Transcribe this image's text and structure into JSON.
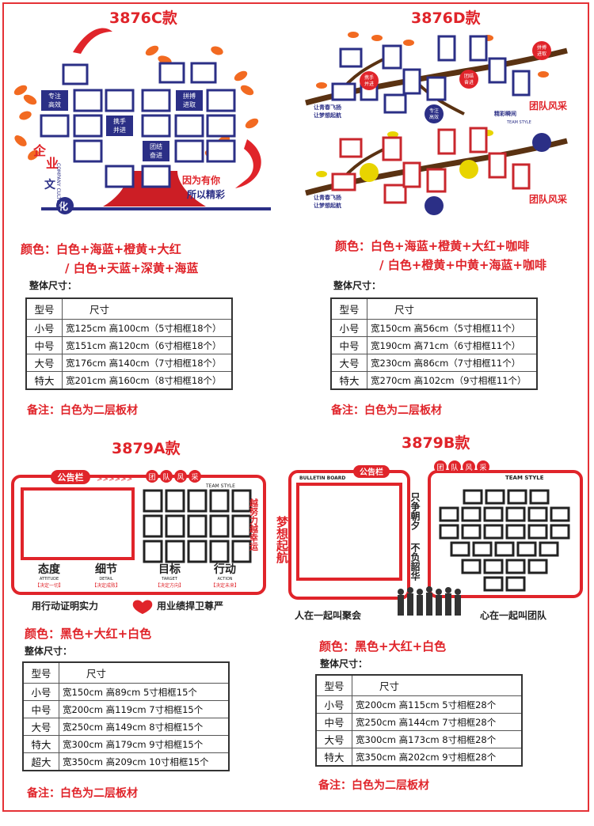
{
  "products": [
    {
      "id": "3876C",
      "title": "3876C款",
      "art": {
        "plaques": [
          "专注\n高效",
          "拼搏\n进取",
          "携手\n并进",
          "团结\n奋进"
        ],
        "side_text": [
          "企",
          "业",
          "文",
          "化"
        ],
        "side_en": "COMPANY CULTURE",
        "slogan": [
          "因为有你",
          "所以精彩"
        ]
      },
      "colors": [
        "颜色：白色+海蓝+橙黄+大红",
        "/ 白色+天蓝+深黄+海蓝"
      ],
      "size_label": "整体尺寸：",
      "table_header": [
        "型号",
        "尺寸"
      ],
      "rows": [
        [
          "小号",
          "宽125cm  高100cm（5寸相框18个）"
        ],
        [
          "中号",
          "宽151cm  高120cm（6寸相框18个）"
        ],
        [
          "大号",
          "宽176cm  高140cm（7寸相框18个）"
        ],
        [
          "特大",
          "宽201cm  高160cm（8寸相框18个）"
        ]
      ],
      "note": "备注：白色为二层板材"
    },
    {
      "id": "3876D",
      "title": "3876D款",
      "art": {
        "plaques": [
          "携手\n并进",
          "团结\n奋进",
          "专注\n高效",
          "拼搏\n进取"
        ],
        "slogan": "让青春飞扬 让梦想起航",
        "style_text": "精彩瞬间 团队风采",
        "style_en": "TEAM STYLE"
      },
      "colors": [
        "颜色：白色+海蓝+橙黄+大红+咖啡",
        "/ 白色+橙黄+中黄+海蓝+咖啡"
      ],
      "size_label": "整体尺寸：",
      "table_header": [
        "型号",
        "尺寸"
      ],
      "rows": [
        [
          "小号",
          "宽150cm  高56cm（5寸相框11个）"
        ],
        [
          "中号",
          "宽190cm  高71cm（6寸相框11个）"
        ],
        [
          "大号",
          "宽230cm  高86cm（7寸相框11个）"
        ],
        [
          "特大",
          "宽270cm  高102cm（9寸相框11个）"
        ]
      ],
      "note": "备注：白色为二层板材"
    },
    {
      "id": "3879A",
      "title": "3879A款",
      "art": {
        "board": "公告栏",
        "team": [
          "团",
          "队",
          "风",
          "采"
        ],
        "team_en": "TEAM STYLE",
        "vertical": "越努力越幸运",
        "keywords": [
          {
            "cn": "态度",
            "en": "ATTITUDE",
            "sub": "【决定一切】"
          },
          {
            "cn": "细节",
            "en": "DETAIL",
            "sub": "【决定成败】"
          },
          {
            "cn": "目标",
            "en": "TARGET",
            "sub": "【决定方向】"
          },
          {
            "cn": "行动",
            "en": "ACTION",
            "sub": "【决定未来】"
          }
        ],
        "bottom_left": "用行动证明实力",
        "bottom_right": "用业绩捍卫尊严"
      },
      "colors": [
        "颜色：黑色+大红+白色"
      ],
      "size_label": "整体尺寸：",
      "table_header": [
        "型号",
        "尺寸"
      ],
      "rows": [
        [
          "小号",
          "宽150cm  高89cm  5寸相框15个"
        ],
        [
          "中号",
          "宽200cm  高119cm 7寸相框15个"
        ],
        [
          "大号",
          "宽250cm  高149cm 8寸相框15个"
        ],
        [
          "特大",
          "宽300cm  高179cm 9寸相框15个"
        ],
        [
          "超大",
          "宽350cm  高209cm 10寸相框15个"
        ]
      ],
      "note": "备注：白色为二层板材"
    },
    {
      "id": "3879B",
      "title": "3879B款",
      "art": {
        "board_en": "BULLETIN BOARD",
        "board": "公告栏",
        "team": [
          "团",
          "队",
          "风",
          "采"
        ],
        "team_en": "TEAM STYLE",
        "left_vertical": "梦想起航",
        "mid_vertical_1": "只争朝夕",
        "mid_vertical_2": "不负韶华",
        "bottom_left": "人在一起叫聚会",
        "bottom_right": "心在一起叫团队"
      },
      "colors": [
        "颜色：黑色+大红+白色"
      ],
      "size_label": "整体尺寸：",
      "table_header": [
        "型号",
        "尺寸"
      ],
      "rows": [
        [
          "小号",
          "宽200cm  高115cm 5寸相框28个"
        ],
        [
          "中号",
          "宽250cm  高144cm 7寸相框28个"
        ],
        [
          "大号",
          "宽300cm  高173cm 8寸相框28个"
        ],
        [
          "特大",
          "宽350cm  高202cm 9寸相框28个"
        ]
      ],
      "note": "备注：白色为二层板材"
    }
  ]
}
